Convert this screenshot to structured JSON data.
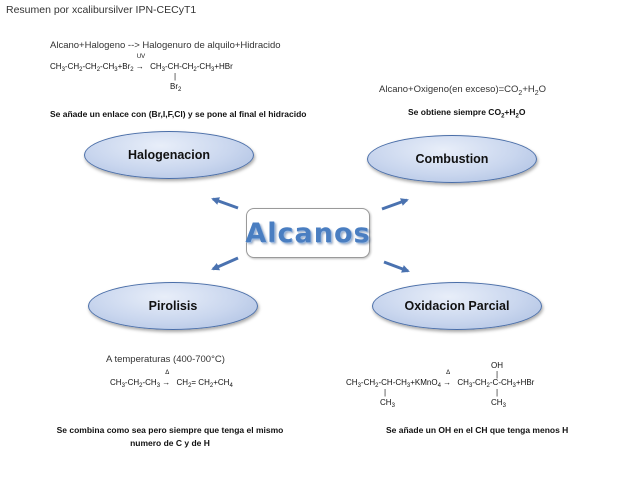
{
  "header": "Resumen por xcalibursilver IPN-CECyT1",
  "center": "Alcanos",
  "colors": {
    "accent": "#4a7ec1",
    "oval_border": "#4a6ea8",
    "arrow": "#4a72b0"
  },
  "nodes": {
    "halogenacion": "Halogenacion",
    "combustion": "Combustion",
    "pirolisis": "Pirolisis",
    "oxidacion": "Oxidacion Parcial"
  },
  "halogenacion_section": {
    "caption": "Alcano+Halogeno --> Halogenuro de alquilo+Hidracido",
    "eq_left_1": "CH",
    "eq_left_2": "-CH",
    "eq_left_3": "-CH",
    "eq_left_4": "-CH",
    "eq_left_5": "+Br",
    "eq_cond": "UV",
    "eq_right_1": "CH",
    "eq_right_2": "-CH-CH",
    "eq_right_3": "-CH",
    "eq_right_4": "+HBr",
    "branch": "Br",
    "note": "Se añade un enlace con (Br,I,F,Cl) y se pone al final el hidracido"
  },
  "combustion_section": {
    "caption_a": "Alcano+Oxigeno(en exceso)=CO",
    "caption_b": "+H",
    "caption_c": "O",
    "note_a": "Se obtiene siempre CO",
    "note_b": "+H",
    "note_c": "O"
  },
  "pirolisis_section": {
    "caption": "A temperaturas (400-700°C)",
    "eq_1": "CH",
    "eq_2": "-CH",
    "eq_3": "-CH",
    "eq_cond": "Δ",
    "eq_4": "CH",
    "eq_5": "= CH",
    "eq_6": "+CH",
    "note_line1": "Se combina como sea pero siempre que tenga el mismo",
    "note_line2": "numero de C y de H"
  },
  "oxidacion_section": {
    "eq_1": "CH",
    "eq_2": "-CH",
    "eq_3": "-CH-CH",
    "eq_4": "+KMnO",
    "eq_cond": "Δ",
    "eq_5": "CH",
    "eq_6": "-CH",
    "eq_7": "-C-CH",
    "eq_8": "+HBr",
    "top_group": "OH",
    "branch_1": "CH",
    "branch_2": "CH",
    "note": "Se añade un OH en el CH que tenga menos H"
  }
}
